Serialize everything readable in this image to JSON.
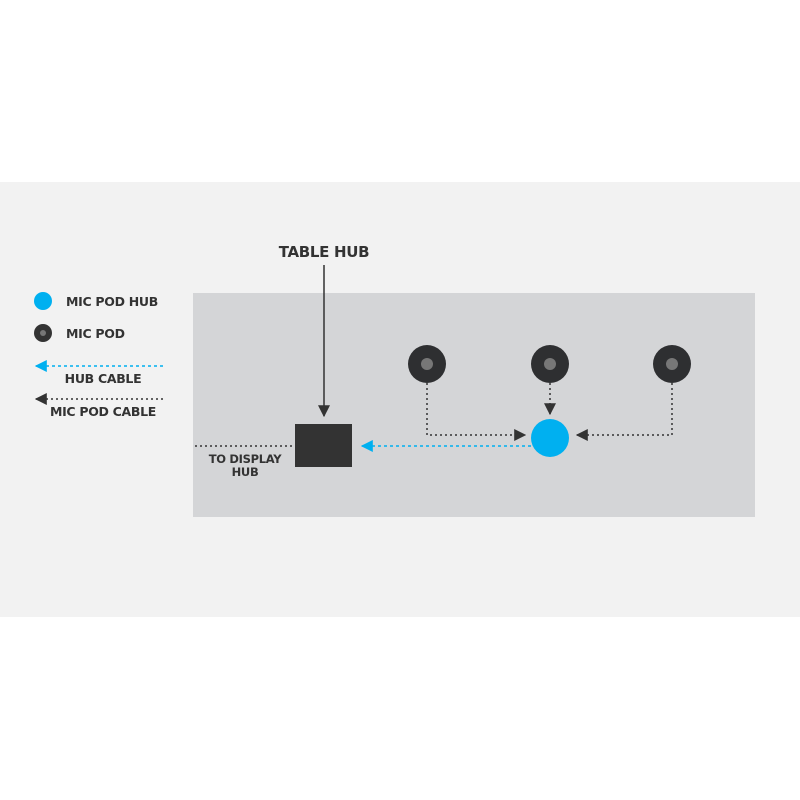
{
  "colors": {
    "hub_blue": "#00b0f0",
    "dark": "#333333",
    "table": "#d4d5d7",
    "band": "#f2f2f2"
  },
  "legend": {
    "mic_pod_hub": "MIC POD HUB",
    "mic_pod": "MIC POD",
    "hub_cable": "HUB CABLE",
    "mic_pod_cable": "MIC POD CABLE"
  },
  "diagram": {
    "table_hub_label": "TABLE HUB",
    "to_display_line1": "TO DISPLAY",
    "to_display_line2": "HUB"
  }
}
